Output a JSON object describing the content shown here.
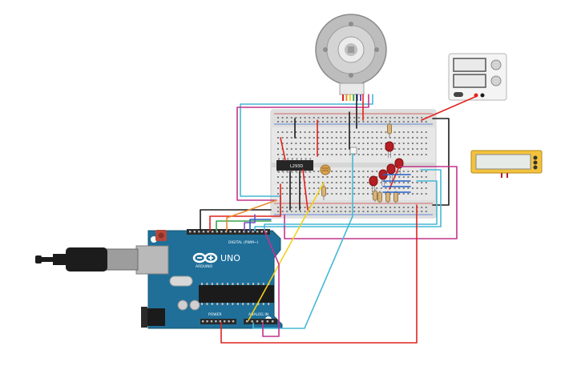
{
  "arduino": {
    "brand": "ARDUINO",
    "model": "UNO",
    "digital_header": "DIGITAL (PWM~)",
    "power_header": "POWER",
    "analog_header": "ANALOG IN",
    "logo_colour": "#ffffff",
    "board_colour": "#1f6f99"
  },
  "driver_chip": {
    "label": "L293D"
  },
  "wires": {
    "red": "#e0231f",
    "black": "#1c1c1c",
    "cyan": "#45b9d6",
    "magenta": "#c2338c",
    "yellow": "#f2cf18",
    "green": "#3ca24a",
    "orange": "#ec8a2c",
    "purple": "#7a4fbf",
    "blue": "#2660c8"
  },
  "leds": {
    "colour": "#b51e22",
    "count": 5
  },
  "icons": {
    "usb": "usb-cable-icon",
    "motor": "dc-motor-icon",
    "power_supply": "power-supply-icon",
    "lcd": "lcd-display-icon"
  }
}
